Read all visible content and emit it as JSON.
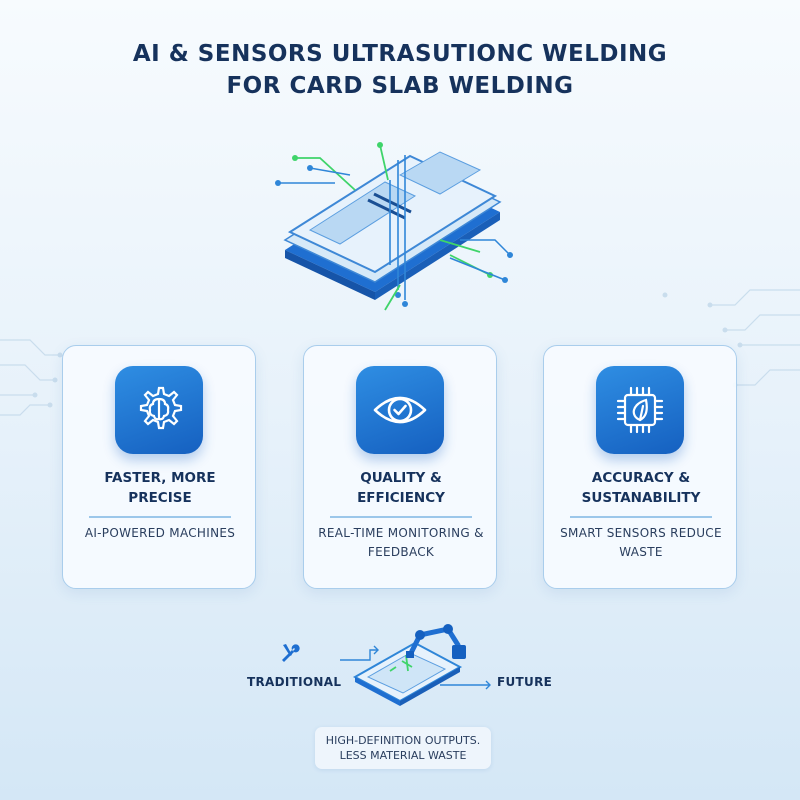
{
  "title": {
    "line1": "AI & SENSORS ULTRASUTIONC WELDING",
    "line2": "FOR CARD SLAB WELDING"
  },
  "hero": {
    "icon": "welded-card-slab-illustration"
  },
  "cards": [
    {
      "icon": "gear-brain-icon",
      "title": "FASTER, MORE PRECISE",
      "desc": "AI-POWERED MACHINES"
    },
    {
      "icon": "eye-check-icon",
      "title": "QUALITY & EFFICIENCY",
      "desc": "REAL-TIME MONITORING & FEEDBACK"
    },
    {
      "icon": "chip-leaf-icon",
      "title": "ACCURACY & SUSTANABILITY",
      "desc": "SMART SENSORS REDUCE WASTE"
    }
  ],
  "transition": {
    "from_label": "TRADITIONAL",
    "to_label": "FUTURE",
    "from_icon": "wrench-screwdriver-icon",
    "illustration_icon": "robot-arm-icon"
  },
  "note": {
    "line1": "HIGH-DEFINITION OUTPUTS.",
    "line2": "LESS MATERIAL WASTE"
  },
  "colors": {
    "primary": "#1560c0",
    "accent_green": "#3fd46a",
    "navy": "#16325c",
    "border": "#a9cdec"
  }
}
